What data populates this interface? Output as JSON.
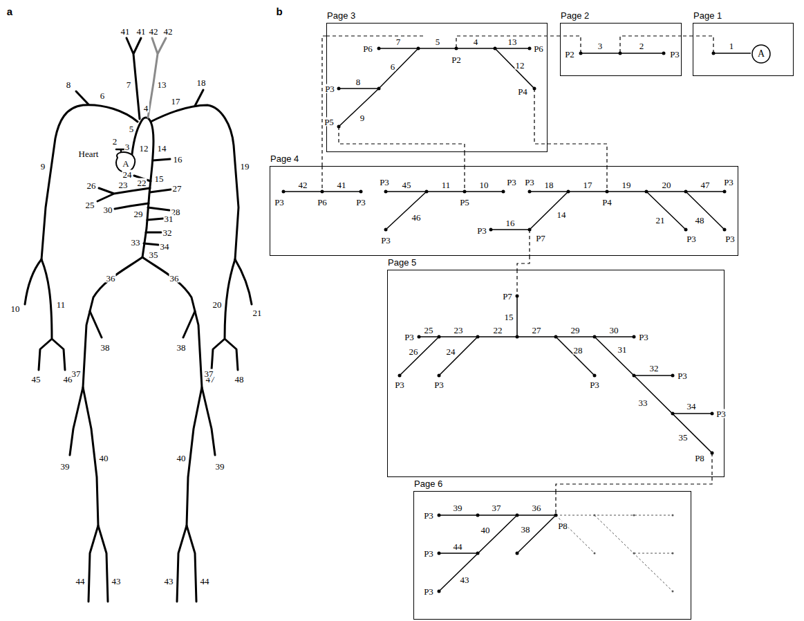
{
  "diagram": {
    "nodes": [
      {
        "text": [
          "Page 3"
        ]
      },
      {
        "text": [
          "Page 2"
        ]
      },
      {
        "text": [
          "Page 1"
        ]
      },
      {
        "text": [
          "A"
        ],
        "in": 2
      },
      {
        "text": [
          "Page 4"
        ]
      },
      {
        "text": [
          "Page 5"
        ]
      },
      {
        "text": [
          "Page 6"
        ]
      }
    ],
    "edges": [
      {
        "from": 2,
        "to": 1,
        "arrow": "none"
      },
      {
        "from": 1,
        "to": 0,
        "arrow": "none"
      },
      {
        "from": 0,
        "to": 4,
        "arrow": "none"
      },
      {
        "from": 0,
        "to": 4,
        "arrow": "none"
      },
      {
        "from": 0,
        "to": 4,
        "arrow": "none"
      },
      {
        "from": 4,
        "to": 5,
        "arrow": "none"
      },
      {
        "from": 5,
        "to": 6,
        "arrow": "none"
      }
    ],
    "labels": [
      "a",
      "Heart",
      "A",
      "41",
      "41",
      "42",
      "42",
      "7",
      "13",
      "8",
      "6",
      "18",
      "5",
      "4",
      "2",
      "3",
      "12",
      "14",
      "17",
      "9",
      "16",
      "24",
      "15",
      "19",
      "26",
      "23",
      "22",
      "27",
      "25",
      "30",
      "29",
      "28",
      "31",
      "32",
      "33",
      "34",
      "35",
      "10",
      "11",
      "20",
      "21",
      "36",
      "36",
      "45",
      "46",
      "47",
      "48",
      "37",
      "38",
      "38",
      "37",
      "39",
      "40",
      "40",
      "39",
      "44",
      "43",
      "43",
      "44",
      "b",
      "1",
      "P2",
      "3",
      "2",
      "P3",
      "P6",
      "7",
      "5",
      "4",
      "13",
      "P6",
      "P2",
      "6",
      "12",
      "P3",
      "8",
      "P4",
      "9",
      "P5",
      "42",
      "41",
      "P3",
      "P6",
      "P3",
      "P3",
      "45",
      "11",
      "10",
      "P3",
      "46",
      "P5",
      "P3",
      "P3",
      "18",
      "17",
      "19",
      "20",
      "47",
      "P3",
      "14",
      "16",
      "P3",
      "P7",
      "P4",
      "21",
      "48",
      "P3",
      "P3",
      "P7",
      "15",
      "25",
      "23",
      "22",
      "27",
      "29",
      "30",
      "P3",
      "P3",
      "26",
      "24",
      "28",
      "31",
      "P3",
      "P3",
      "P3",
      "32",
      "P3",
      "33",
      "34",
      "P3",
      "35",
      "P8",
      "39",
      "37",
      "36",
      "P3",
      "40",
      "38",
      "P8",
      "44",
      "P3",
      "43",
      "P3"
    ]
  }
}
